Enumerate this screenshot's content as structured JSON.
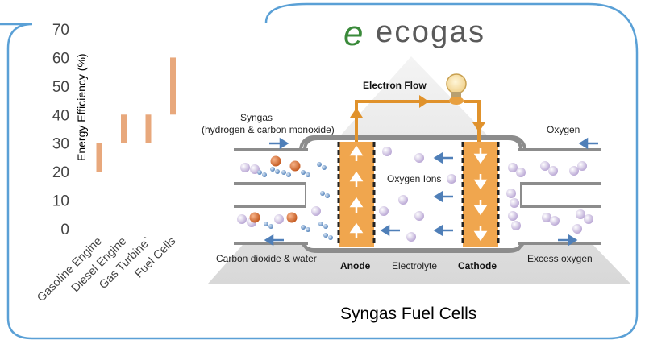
{
  "logo": {
    "text": "ecogas",
    "glyph": "e",
    "colors": {
      "green": "#3a8a3a",
      "grey": "#5a5a5a"
    }
  },
  "caption": "Syngas Fuel Cells",
  "chart_data": {
    "type": "floating-bar",
    "ylabel": "Energy Efficiency (%)",
    "ylim": [
      0,
      70
    ],
    "yticks": [
      0,
      10,
      20,
      30,
      40,
      50,
      60,
      70
    ],
    "categories": [
      "Gasoline Engine",
      "Diesel Engine",
      "Gas Turbine`",
      "Fuel Cells"
    ],
    "ranges": [
      [
        20,
        30
      ],
      [
        30,
        40
      ],
      [
        30,
        40
      ],
      [
        40,
        60
      ]
    ],
    "bar_color": "#e8a87c",
    "grid": false
  },
  "diagram": {
    "electron_flow": "Electron Flow",
    "syngas_line1": "Syngas",
    "syngas_line2": "(hydrogen & carbon monoxide)",
    "oxygen": "Oxygen",
    "oxygen_ions": "Oxygen Ions",
    "co2_water": "Carbon dioxide & water",
    "anode": "Anode",
    "electrolyte": "Electrolyte",
    "cathode": "Cathode",
    "excess_oxygen": "Excess oxygen",
    "colors": {
      "electrode": "#f0a64e",
      "wire": "#e0922c",
      "arrow": "#4f7fb8",
      "h2": "#5e8fcc",
      "co": "#d06a2a",
      "oxygen": "#c5b4dc",
      "pipe": "#888888",
      "frame": "#5aa0d6"
    }
  }
}
